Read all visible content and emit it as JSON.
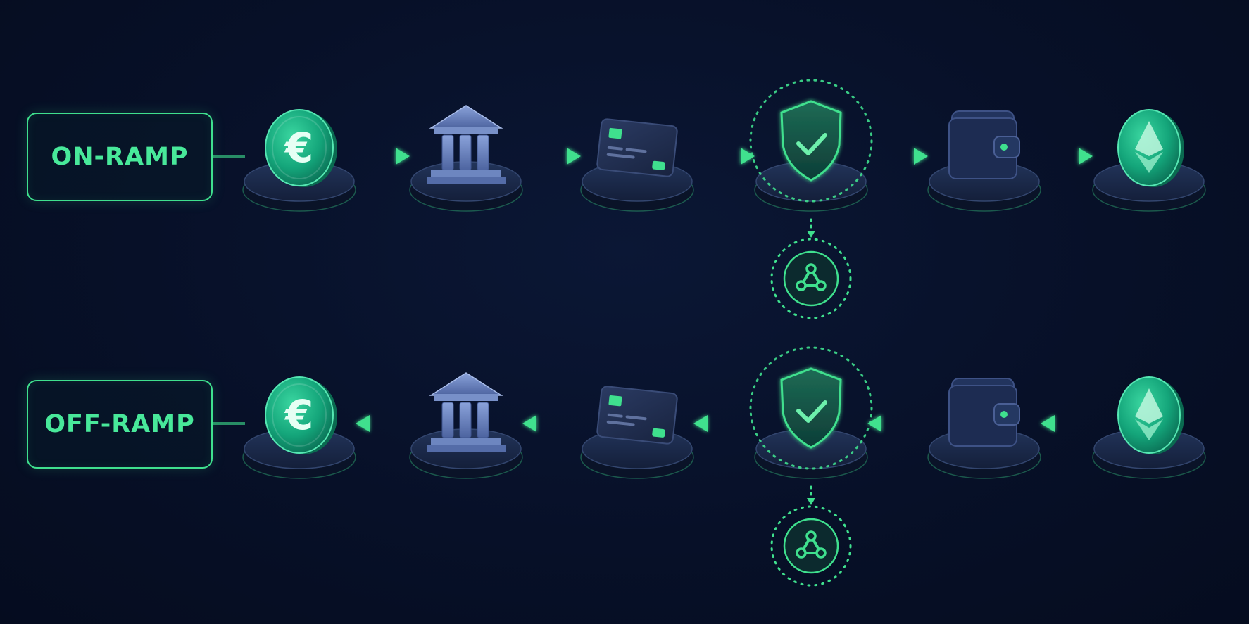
{
  "colors": {
    "background": "#061027",
    "accent": "#3fe08e",
    "accent_dark": "#1e9e73",
    "pedestal": "#1a2846",
    "bank": "#6d86c0"
  },
  "rows": [
    {
      "label": "ON-RAMP",
      "direction": "forward",
      "steps": [
        "euro-coin-icon",
        "bank-icon",
        "card-icon",
        "shield-check-icon",
        "wallet-icon",
        "ethereum-icon"
      ],
      "webhook_under_step": 3,
      "webhook_icon": "webhook-icon"
    },
    {
      "label": "OFF-RAMP",
      "direction": "reverse",
      "steps": [
        "euro-coin-icon",
        "bank-icon",
        "card-icon",
        "shield-check-icon",
        "wallet-icon",
        "ethereum-icon"
      ],
      "webhook_under_step": 3,
      "webhook_icon": "webhook-icon"
    }
  ],
  "euro_symbol": "€"
}
